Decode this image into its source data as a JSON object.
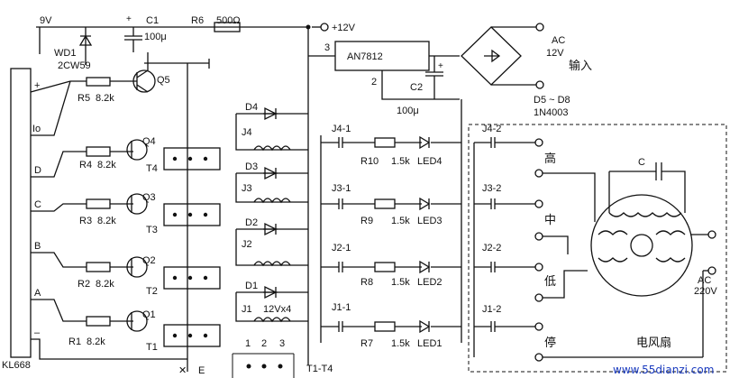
{
  "colors": {
    "ink": "#111111",
    "watermark": "#1a3bbf",
    "background": "#ffffff"
  },
  "power": {
    "v9": "9V",
    "vcc": "+12V",
    "ac_in_1": "AC",
    "ac_in_2": "12V",
    "ac_in_3": "输入",
    "ac_out_1": "AC",
    "ac_out_2": "220V"
  },
  "components": {
    "c1": "C1",
    "c1_val": "100μ",
    "r6": "R6",
    "r6_val": "500Ω",
    "wd1": "WD1",
    "wd1_val": "2CW59",
    "q5": "Q5",
    "r5": "R5",
    "r5_val": "8.2k",
    "regulator": "AN7812",
    "pin3": "3",
    "pin2": "2",
    "c2": "C2",
    "c2_val": "100μ",
    "rectifier": "D5 ~ D8",
    "rectifier_part": "1N4003",
    "coil_rating": "12Vx4",
    "fan_cap": "C",
    "fan": "电风扇"
  },
  "ic": {
    "name": "KL668",
    "pins": [
      "+",
      "Io",
      "D",
      "C",
      "B",
      "A",
      "–"
    ]
  },
  "channels": [
    {
      "q": "Q4",
      "r": "R4",
      "r_val": "8.2k",
      "t": "T4",
      "d": "D4",
      "j": "J4",
      "contact": "J4-1",
      "rled": "R10",
      "rled_val": "1.5k",
      "led": "LED4",
      "contact2": "J4-2",
      "speed": "高"
    },
    {
      "q": "Q3",
      "r": "R3",
      "r_val": "8.2k",
      "t": "T3",
      "d": "D3",
      "j": "J3",
      "contact": "J3-1",
      "rled": "R9",
      "rled_val": "1.5k",
      "led": "LED3",
      "contact2": "J3-2",
      "speed": "中"
    },
    {
      "q": "Q2",
      "r": "R2",
      "r_val": "8.2k",
      "t": "T2",
      "d": "D2",
      "j": "J2",
      "contact": "J2-1",
      "rled": "R8",
      "rled_val": "1.5k",
      "led": "LED2",
      "contact2": "J2-2",
      "speed": "低"
    },
    {
      "q": "Q1",
      "r": "R1",
      "r_val": "8.2k",
      "t": "T1",
      "d": "D1",
      "j": "J1",
      "contact": "J1-1",
      "rled": "R7",
      "rled_val": "1.5k",
      "led": "LED1",
      "contact2": "J1-2",
      "speed": "停"
    }
  ],
  "jumper": {
    "pins": [
      "1",
      "2",
      "3"
    ],
    "label": "T1-T4",
    "e_label": "E"
  },
  "watermark": "www.55dianzi.com"
}
